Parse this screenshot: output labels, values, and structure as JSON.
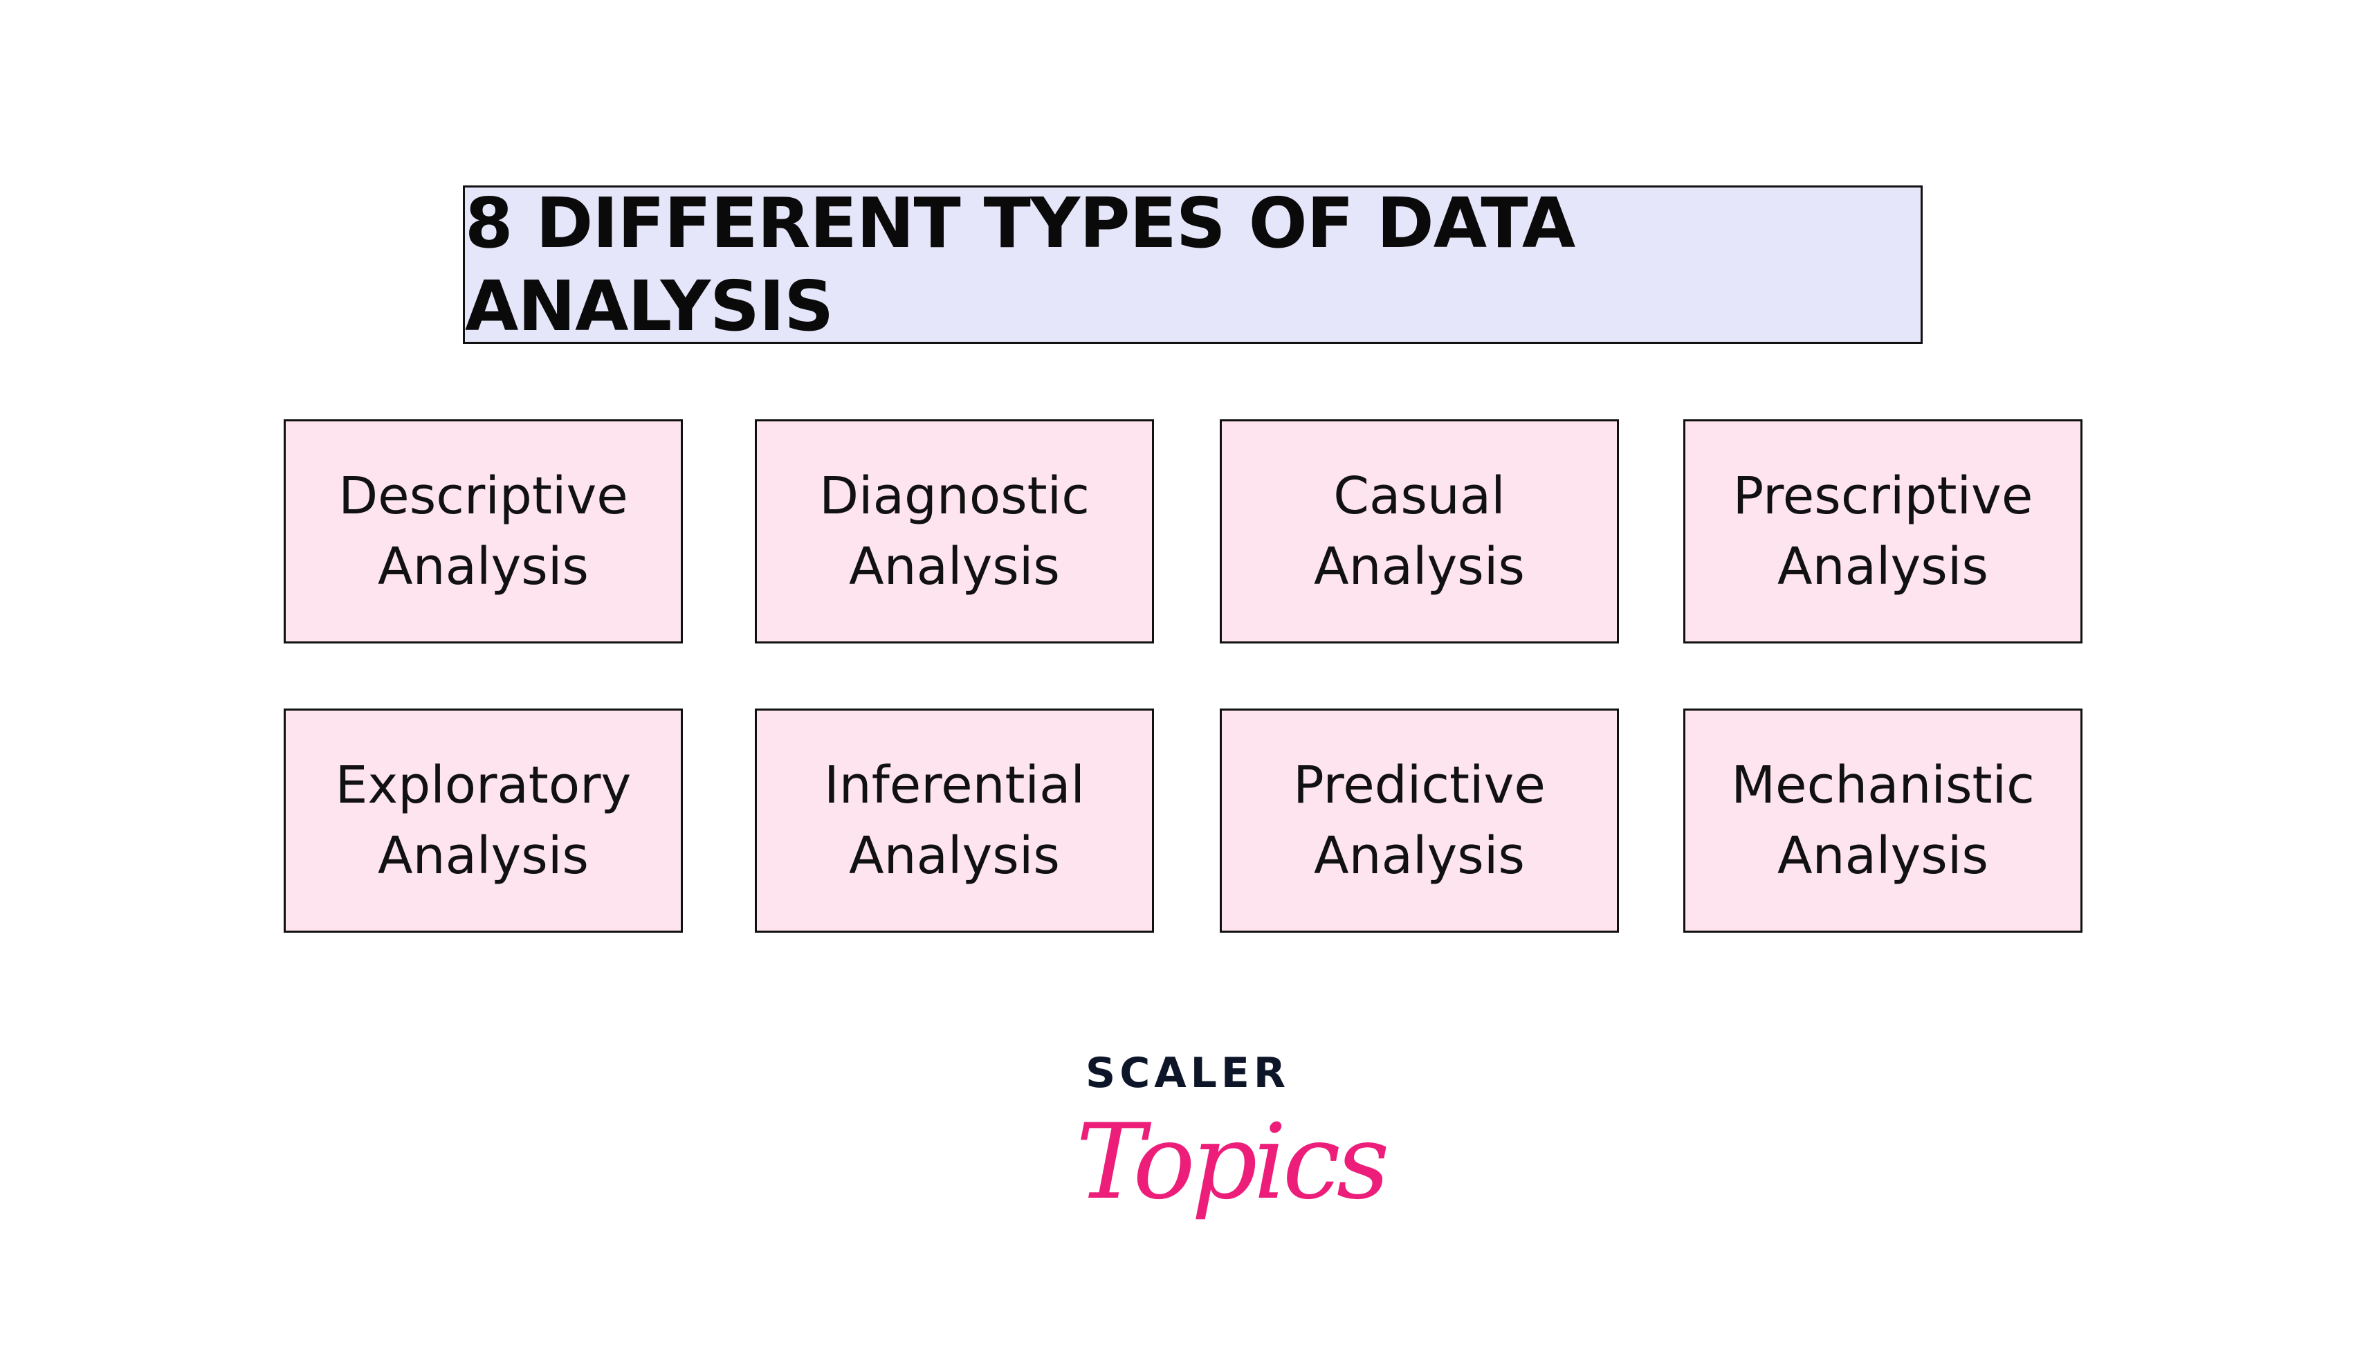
{
  "title": "8 DIFFERENT TYPES OF DATA ANALYSIS",
  "cards": [
    {
      "line1": "Descriptive",
      "line2": "Analysis"
    },
    {
      "line1": "Diagnostic",
      "line2": "Analysis"
    },
    {
      "line1": "Casual",
      "line2": "Analysis"
    },
    {
      "line1": "Prescriptive",
      "line2": "Analysis"
    },
    {
      "line1": "Exploratory",
      "line2": "Analysis"
    },
    {
      "line1": "Inferential",
      "line2": "Analysis"
    },
    {
      "line1": "Predictive",
      "line2": "Analysis"
    },
    {
      "line1": "Mechanistic",
      "line2": "Analysis"
    }
  ],
  "logo": {
    "brand": "SCALER",
    "product": "Topics"
  },
  "colors": {
    "title_bg": "#e6e6fb",
    "card_bg": "#fde4ef",
    "brand_navy": "#0d1628",
    "brand_pink": "#ec1e79"
  }
}
